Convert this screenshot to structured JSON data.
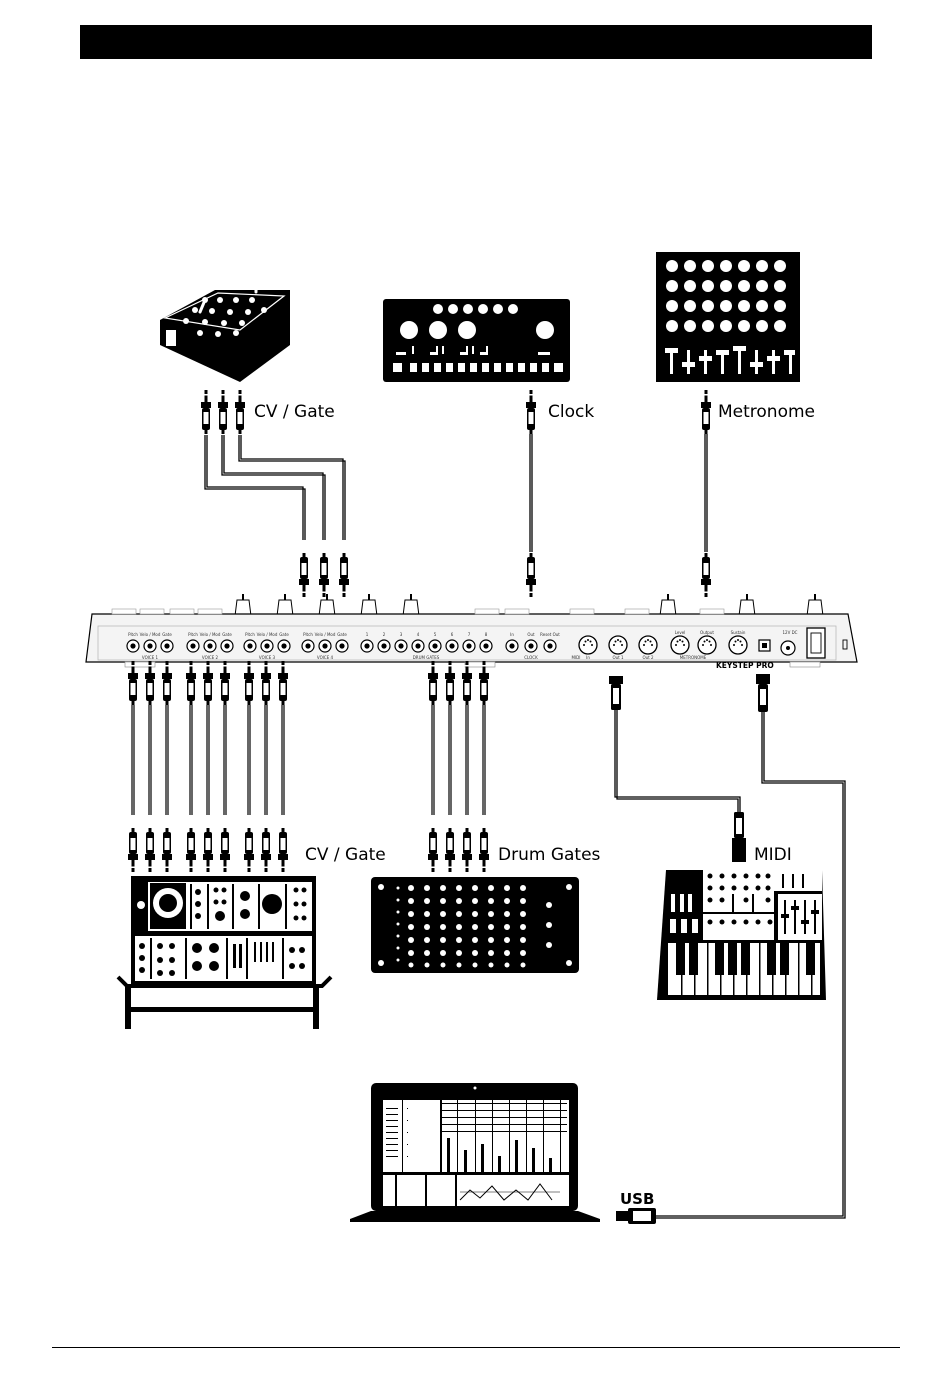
{
  "labels": {
    "cv_gate_top": "CV / Gate",
    "clock": "Clock",
    "metronome": "Metronome",
    "cv_gate_bottom": "CV / Gate",
    "drum_gates": "Drum Gates",
    "midi": "MIDI",
    "usb": "USB"
  },
  "panel": {
    "brand": "KEYSTEP PRO",
    "voice_jacks": [
      "Pitch",
      "Velo / Mod",
      "Gate"
    ],
    "voice_sections": [
      "VOICE 1",
      "VOICE 2",
      "VOICE 3",
      "VOICE 4"
    ],
    "drum_numbers": [
      "1",
      "2",
      "3",
      "4",
      "5",
      "6",
      "7",
      "8"
    ],
    "drum_section": "DRUM GATES",
    "clock_jacks": [
      "In",
      "Out",
      "Reset Out"
    ],
    "clock_section": "CLOCK",
    "midi_jacks": [
      "In",
      "Out 1",
      "Out 2"
    ],
    "midi_section": "MIDI",
    "metronome_jacks": [
      "Level",
      "Output"
    ],
    "metronome_section": "METRONOME",
    "sustain": "Sustain",
    "power": "12V DC"
  },
  "colors": {
    "ink": "#000000",
    "panel": "#f4f4f4",
    "background": "#ffffff"
  }
}
